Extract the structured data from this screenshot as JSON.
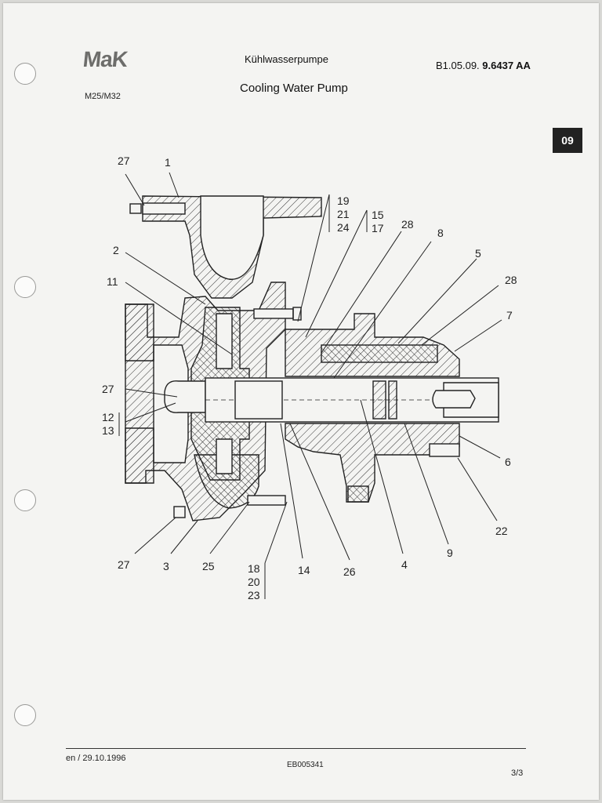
{
  "header": {
    "logo_text": "MaK",
    "model": "M25/M32",
    "title_de": "Kühlwasserpumpe",
    "title_en": "Cooling Water Pump",
    "doc_ref_prefix": "B1.05.09.",
    "doc_ref_number": "9.6437 AA",
    "section_tab": "09"
  },
  "footer": {
    "language_date": "en / 29.10.1996",
    "drawing_code": "EB005341",
    "page": "3/3"
  },
  "part_labels": [
    {
      "id": "lbl-27-top",
      "text": "27"
    },
    {
      "id": "lbl-1",
      "text": "1"
    },
    {
      "id": "lbl-19",
      "text": "19"
    },
    {
      "id": "lbl-21",
      "text": "21"
    },
    {
      "id": "lbl-24",
      "text": "24"
    },
    {
      "id": "lbl-15",
      "text": "15"
    },
    {
      "id": "lbl-17",
      "text": "17"
    },
    {
      "id": "lbl-28-top",
      "text": "28"
    },
    {
      "id": "lbl-8",
      "text": "8"
    },
    {
      "id": "lbl-2",
      "text": "2"
    },
    {
      "id": "lbl-5",
      "text": "5"
    },
    {
      "id": "lbl-11",
      "text": "11"
    },
    {
      "id": "lbl-28-right",
      "text": "28"
    },
    {
      "id": "lbl-7",
      "text": "7"
    },
    {
      "id": "lbl-27-left",
      "text": "27"
    },
    {
      "id": "lbl-12",
      "text": "12"
    },
    {
      "id": "lbl-13",
      "text": "13"
    },
    {
      "id": "lbl-6",
      "text": "6"
    },
    {
      "id": "lbl-22",
      "text": "22"
    },
    {
      "id": "lbl-9",
      "text": "9"
    },
    {
      "id": "lbl-27-bottom",
      "text": "27"
    },
    {
      "id": "lbl-3",
      "text": "3"
    },
    {
      "id": "lbl-25",
      "text": "25"
    },
    {
      "id": "lbl-18",
      "text": "18"
    },
    {
      "id": "lbl-20",
      "text": "20"
    },
    {
      "id": "lbl-23",
      "text": "23"
    },
    {
      "id": "lbl-14",
      "text": "14"
    },
    {
      "id": "lbl-26",
      "text": "26"
    },
    {
      "id": "lbl-4",
      "text": "4"
    }
  ]
}
